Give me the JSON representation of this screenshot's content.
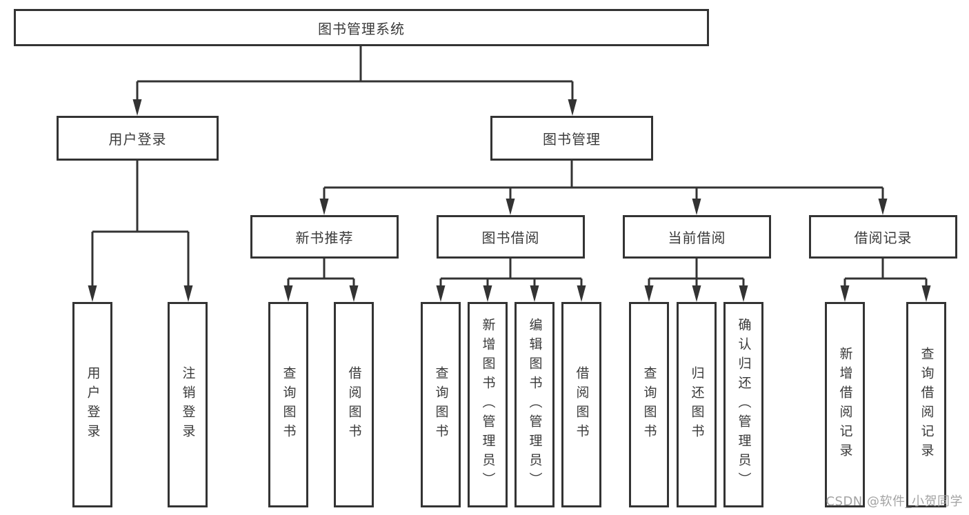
{
  "tree": {
    "root": {
      "label": "图书管理系统"
    },
    "user_login": {
      "label": "用户登录",
      "children": [
        "用户登录",
        "注销登录"
      ]
    },
    "book_management": {
      "label": "图书管理",
      "sections": [
        {
          "label": "新书推荐",
          "children": [
            "查询图书",
            "借阅图书"
          ]
        },
        {
          "label": "图书借阅",
          "children": [
            "查询图书",
            "新增图书（管理员）",
            "编辑图书（管理员）",
            "借阅图书"
          ]
        },
        {
          "label": "当前借阅",
          "children": [
            "查询图书",
            "归还图书",
            "确认归还（管理员）"
          ]
        },
        {
          "label": "借阅记录",
          "children": [
            "新增借阅记录",
            "查询借阅记录"
          ]
        }
      ]
    }
  },
  "watermark": "CSDN @软件_小贺同学",
  "colors": {
    "line": "#333333",
    "text": "#3a3a3a",
    "watermark": "#a3a3a3",
    "box_bg": "#ffffff"
  }
}
